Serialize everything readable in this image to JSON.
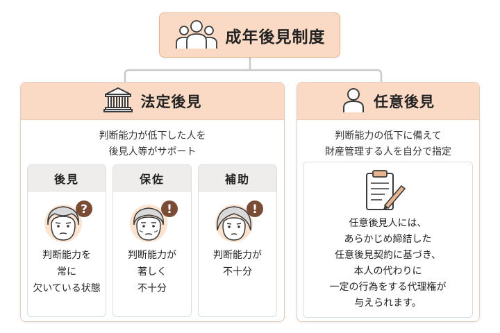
{
  "top": {
    "title": "成年後見制度",
    "icon": "family-icon"
  },
  "legal": {
    "title": "法定後見",
    "icon": "courthouse-icon",
    "description": [
      "判断能力が低下した人を",
      "後見人等がサポート"
    ],
    "types": [
      {
        "title": "後見",
        "badge": "?",
        "lines": [
          "判断能力を",
          "常に",
          "欠いている状態"
        ]
      },
      {
        "title": "保佐",
        "badge": "!",
        "lines": [
          "判断能力が",
          "著しく",
          "不十分"
        ]
      },
      {
        "title": "補助",
        "badge": "!",
        "lines": [
          "判断能力が",
          "不十分"
        ]
      }
    ]
  },
  "voluntary": {
    "title": "任意後見",
    "icon": "person-icon",
    "description": [
      "判断能力の低下に備えて",
      "財産管理する人を自分で指定"
    ],
    "contract_icon": "clipboard-contract-icon",
    "body": [
      "任意後見人には、",
      "あらかじめ締結した",
      "任意後見契約に基づき、",
      "本人の代わりに",
      "一定の行為をする代理権が",
      "与えられます。"
    ]
  },
  "colors": {
    "header_fill": "#fadac4",
    "border": "#e5cdbd",
    "badge": "#7a4b35",
    "face_bg": "#fbe3cf"
  }
}
